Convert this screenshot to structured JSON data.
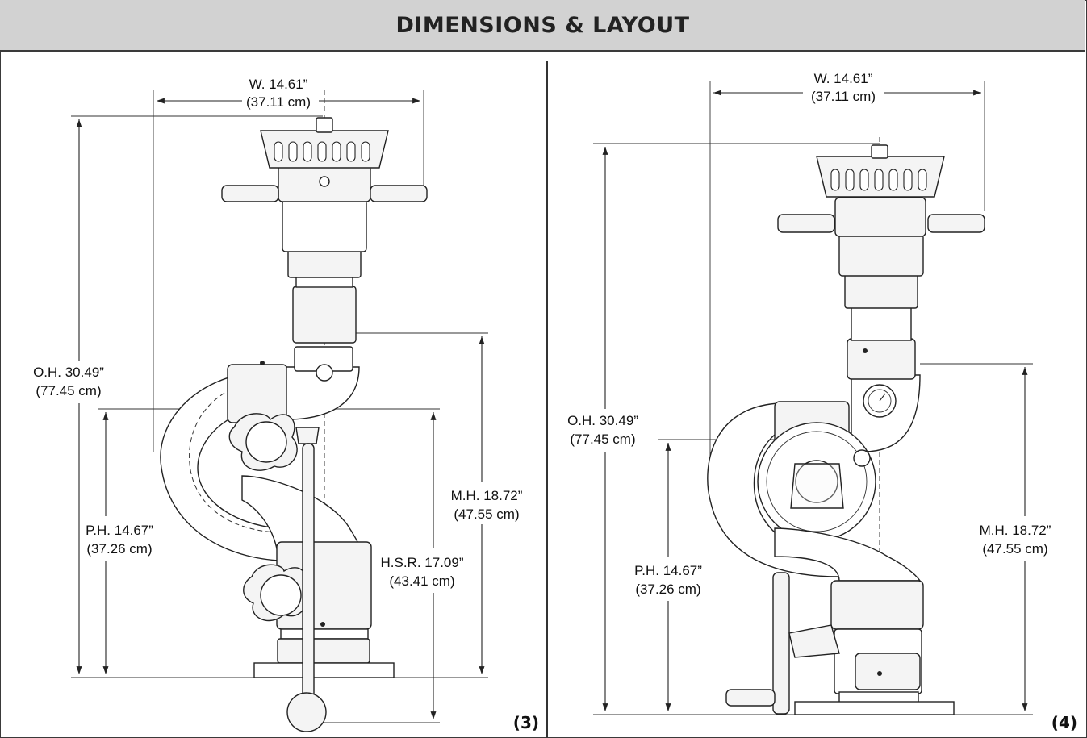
{
  "header": {
    "title": "DIMENSIONS & LAYOUT"
  },
  "figure3": {
    "label": "(3)",
    "width": {
      "line1": "W. 14.61”",
      "line2": "(37.11 cm)"
    },
    "overall_height": {
      "line1": "O.H. 30.49”",
      "line2": "(77.45 cm)"
    },
    "pivot_height": {
      "line1": "P.H. 14.67”",
      "line2": "(37.26 cm)"
    },
    "mount_height": {
      "line1": "M.H. 18.72”",
      "line2": "(47.55 cm)"
    },
    "handle_swing_radius": {
      "line1": "H.S.R. 17.09”",
      "line2": "(43.41 cm)"
    }
  },
  "figure4": {
    "label": "(4)",
    "width": {
      "line1": "W. 14.61”",
      "line2": "(37.11 cm)"
    },
    "overall_height": {
      "line1": "O.H. 30.49”",
      "line2": "(77.45 cm)"
    },
    "pivot_height": {
      "line1": "P.H. 14.67”",
      "line2": "(37.26 cm)"
    },
    "mount_height": {
      "line1": "M.H. 18.72”",
      "line2": "(47.55 cm)"
    }
  }
}
